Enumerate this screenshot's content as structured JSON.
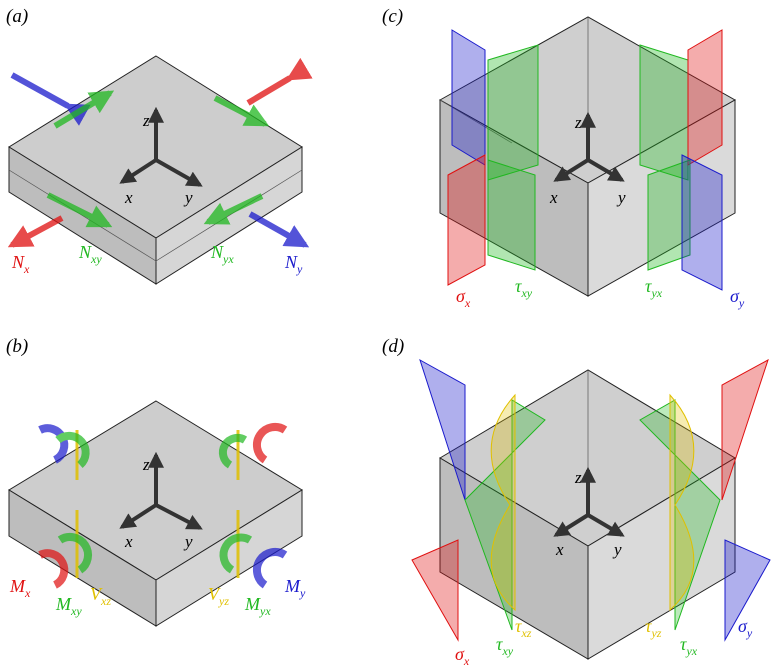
{
  "panels": {
    "a": {
      "label": "(a)",
      "axes": {
        "x": "x",
        "y": "y",
        "z": "z"
      },
      "symbols": {
        "nx": {
          "main": "N",
          "sub": "x"
        },
        "nxy": {
          "main": "N",
          "sub": "xy"
        },
        "nyx": {
          "main": "N",
          "sub": "yx"
        },
        "ny": {
          "main": "N",
          "sub": "y"
        }
      }
    },
    "b": {
      "label": "(b)",
      "axes": {
        "x": "x",
        "y": "y",
        "z": "z"
      },
      "symbols": {
        "mx": {
          "main": "M",
          "sub": "x"
        },
        "mxy": {
          "main": "M",
          "sub": "xy"
        },
        "vxz": {
          "main": "V",
          "sub": "xz"
        },
        "vyz": {
          "main": "V",
          "sub": "yz"
        },
        "myx": {
          "main": "M",
          "sub": "yx"
        },
        "my": {
          "main": "M",
          "sub": "y"
        }
      }
    },
    "c": {
      "label": "(c)",
      "axes": {
        "x": "x",
        "y": "y",
        "z": "z"
      },
      "symbols": {
        "sx": {
          "main": "σ",
          "sub": "x"
        },
        "txy": {
          "main": "τ",
          "sub": "xy"
        },
        "tyx": {
          "main": "τ",
          "sub": "yx"
        },
        "sy": {
          "main": "σ",
          "sub": "y"
        }
      }
    },
    "d": {
      "label": "(d)",
      "axes": {
        "x": "x",
        "y": "y",
        "z": "z"
      },
      "symbols": {
        "sx": {
          "main": "σ",
          "sub": "x"
        },
        "txy": {
          "main": "τ",
          "sub": "xy"
        },
        "txz": {
          "main": "τ",
          "sub": "xz"
        },
        "tyz": {
          "main": "τ",
          "sub": "yz"
        },
        "tyx": {
          "main": "τ",
          "sub": "yx"
        },
        "sy": {
          "main": "σ",
          "sub": "y"
        }
      }
    }
  },
  "colors": {
    "x_component": "#e01010",
    "shear": "#20b820",
    "y_component": "#1a1acc",
    "transverse_shear": "#e0c000",
    "plate": "#cfcfcf"
  }
}
